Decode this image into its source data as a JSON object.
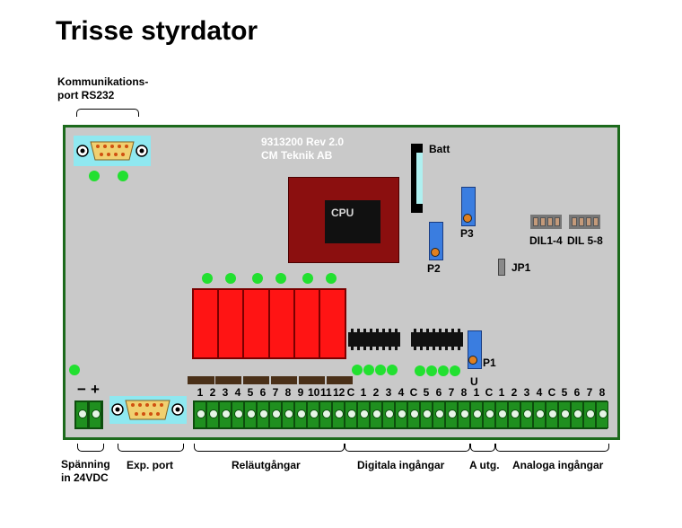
{
  "title": "Trisse styrdator",
  "comm_port_label_1": "Kommunikations-",
  "comm_port_label_2": "port RS232",
  "board_line1": "9313200 Rev 2.0",
  "board_line2": "CM Teknik AB",
  "batt": "Batt",
  "cpu": "CPU",
  "p1": "P1",
  "p2": "P2",
  "p3": "P3",
  "dil1": "DIL1-4",
  "dil2": "DIL 5-8",
  "jp1": "JP1",
  "minus": "−",
  "plus": "+",
  "u": "U",
  "pin_labels": [
    "1",
    "2",
    "3",
    "4",
    "5",
    "6",
    "7",
    "8",
    "9",
    "10",
    "11",
    "12",
    "C",
    "1",
    "2",
    "3",
    "4",
    "C",
    "5",
    "6",
    "7",
    "8",
    "1",
    "C",
    "1",
    "2",
    "3",
    "4",
    "C",
    "5",
    "6",
    "7",
    "8"
  ],
  "bottom": {
    "spanning_1": "Spänning",
    "spanning_2": "in 24VDC",
    "exp_port": "Exp. port",
    "relay_out": "Reläutgångar",
    "digital_in": "Digitala ingångar",
    "a_out": "A utg.",
    "analog_in": "Analoga ingångar"
  },
  "colors": {
    "board": "#c9c9c9",
    "board_border": "#1c6a1c",
    "relay": "#ff1414",
    "led": "#22e030",
    "terminal": "#1f8f1f",
    "cpu_outer": "#8b0f0f",
    "pot": "#3a7de0"
  }
}
